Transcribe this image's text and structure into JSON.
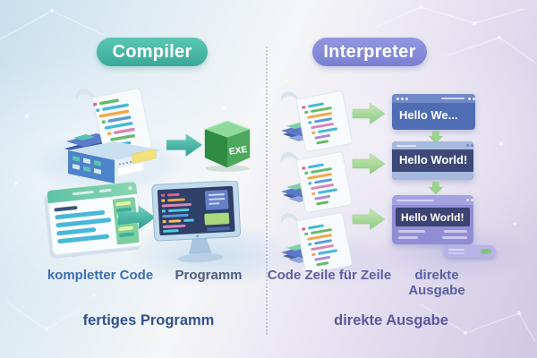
{
  "diagram": {
    "left": {
      "badge": "Compiler",
      "exe_label": "EXE",
      "caption_input": "kompletter Code",
      "caption_output": "Programm",
      "caption_bottom": "fertiges Programm"
    },
    "right": {
      "badge": "Interpreter",
      "outputs": [
        "Hello We...",
        "Hello World!",
        "Hello World!"
      ],
      "caption_input": "Code Zeile für Zeile",
      "caption_output": "direkte Ausgabe",
      "caption_bottom": "direkte Ausgabe"
    },
    "colors": {
      "compiler_badge": "#45bcab",
      "interpreter_badge": "#8288d8",
      "teal_arrow": "#3cb2a4",
      "green_arrow": "#9cd48e",
      "exe_cube_green": "#4ca85c",
      "output_window_blue": "#4e6db4",
      "output_window_navy": "#3d4a78",
      "output_window_purple": "#928ed6",
      "caption_blue": "#3e6db3",
      "caption_purple": "#5d5fa0"
    },
    "icons": {
      "left": [
        "code-stack-printer-icon",
        "arrow-right-icon",
        "exe-cube-icon",
        "code-card-icon",
        "monitor-icon"
      ],
      "right": [
        "code-page-icon",
        "arrow-right-icon",
        "output-window",
        "arrow-down-icon",
        "device-pill-icon"
      ]
    }
  }
}
